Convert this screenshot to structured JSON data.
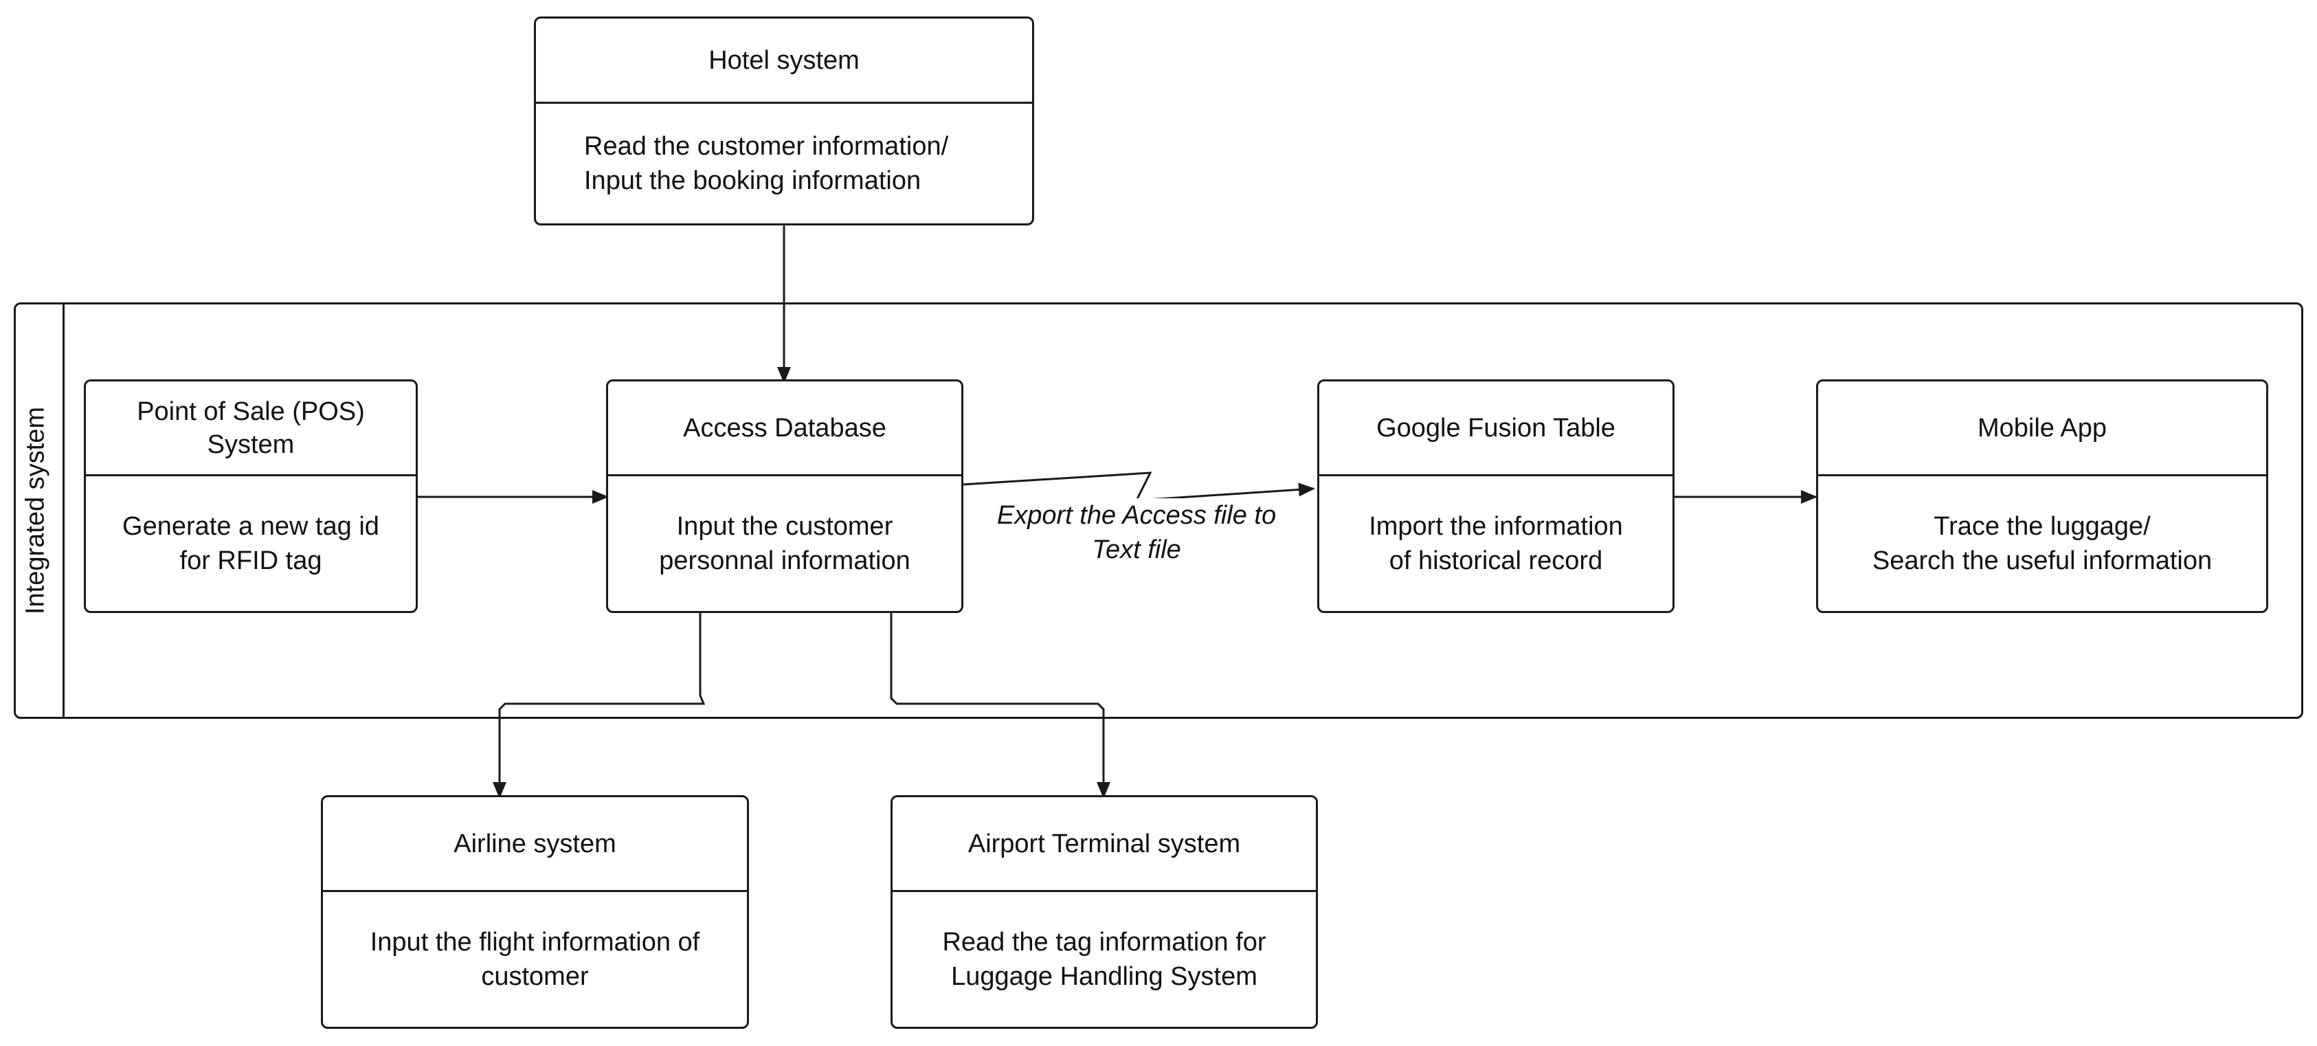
{
  "container": {
    "label": "Integrated system"
  },
  "nodes": {
    "hotel": {
      "title": "Hotel system",
      "body": "Read the customer information/\nInput the booking information"
    },
    "pos": {
      "title": "Point of Sale (POS)\nSystem",
      "body": "Generate a new tag id\nfor RFID tag"
    },
    "access": {
      "title": "Access Database",
      "body": "Input the customer\npersonnal information"
    },
    "fusion": {
      "title": "Google Fusion Table",
      "body": "Import the information\nof historical record"
    },
    "mobile": {
      "title": "Mobile App",
      "body": "Trace the luggage/\nSearch the useful information"
    },
    "airline": {
      "title": "Airline system",
      "body": "Input the flight information of\ncustomer"
    },
    "airport": {
      "title": "Airport Terminal system",
      "body": "Read the tag information for\nLuggage Handling System"
    }
  },
  "edges": {
    "access_to_fusion_label": "Export the Access file to\nText file"
  }
}
